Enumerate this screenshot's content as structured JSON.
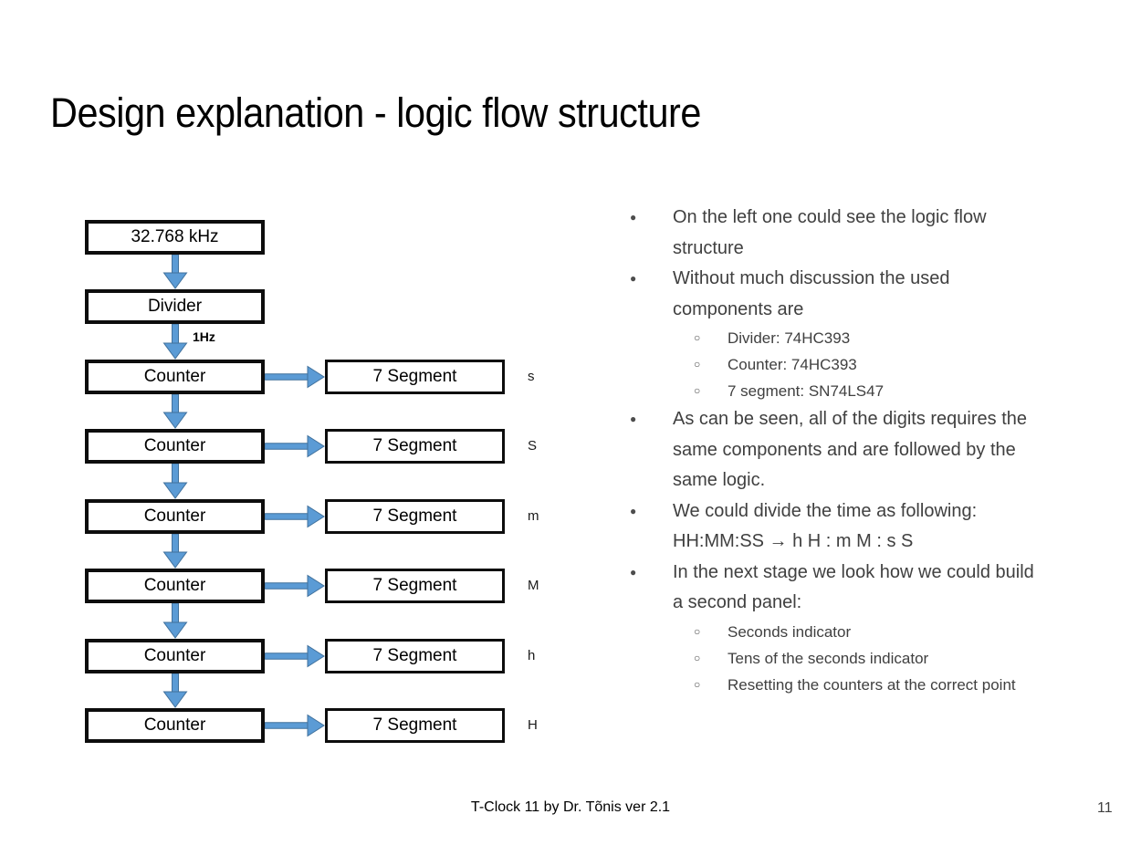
{
  "slide": {
    "title": "Design explanation - logic flow structure",
    "footer_text": "T-Clock 11 by Dr. Tõnis ver 2.1",
    "page_number": "11"
  },
  "diagram": {
    "oscillator_label": "32.768 kHz",
    "divider_label": "Divider",
    "frequency_label": "1Hz",
    "counter_label": "Counter",
    "segment_label": "7 Segment",
    "digit_labels": [
      "s",
      "S",
      "m",
      "M",
      "h",
      "H"
    ],
    "colors": {
      "arrow_fill": "#5B9BD5",
      "arrow_outline": "#41719C",
      "box_border": "#0d0d0d"
    }
  },
  "bullet_markers": {
    "level1": "●",
    "level2": "○"
  },
  "bullets": [
    {
      "level": 1,
      "lines": [
        "On the left one could see the logic flow",
        "structure"
      ]
    },
    {
      "level": 1,
      "lines": [
        "Without much discussion the used",
        "components are"
      ]
    },
    {
      "level": 2,
      "lines": [
        "Divider: 74HC393"
      ]
    },
    {
      "level": 2,
      "lines": [
        "Counter: 74HC393"
      ]
    },
    {
      "level": 2,
      "lines": [
        "7 segment: SN74LS47"
      ]
    },
    {
      "level": 1,
      "lines": [
        "As can be seen, all of the digits requires the",
        "same components and are followed by the",
        "same logic."
      ]
    },
    {
      "level": 1,
      "lines": [
        "We could divide the time as following:",
        "HH:MM:SS → h H : m M : s S"
      ]
    },
    {
      "level": 1,
      "lines": [
        "In the next stage we look how we could build",
        "a second panel:"
      ]
    },
    {
      "level": 2,
      "lines": [
        "Seconds indicator"
      ]
    },
    {
      "level": 2,
      "lines": [
        "Tens of the seconds indicator"
      ]
    },
    {
      "level": 2,
      "lines": [
        "Resetting the counters at the correct point"
      ]
    }
  ]
}
